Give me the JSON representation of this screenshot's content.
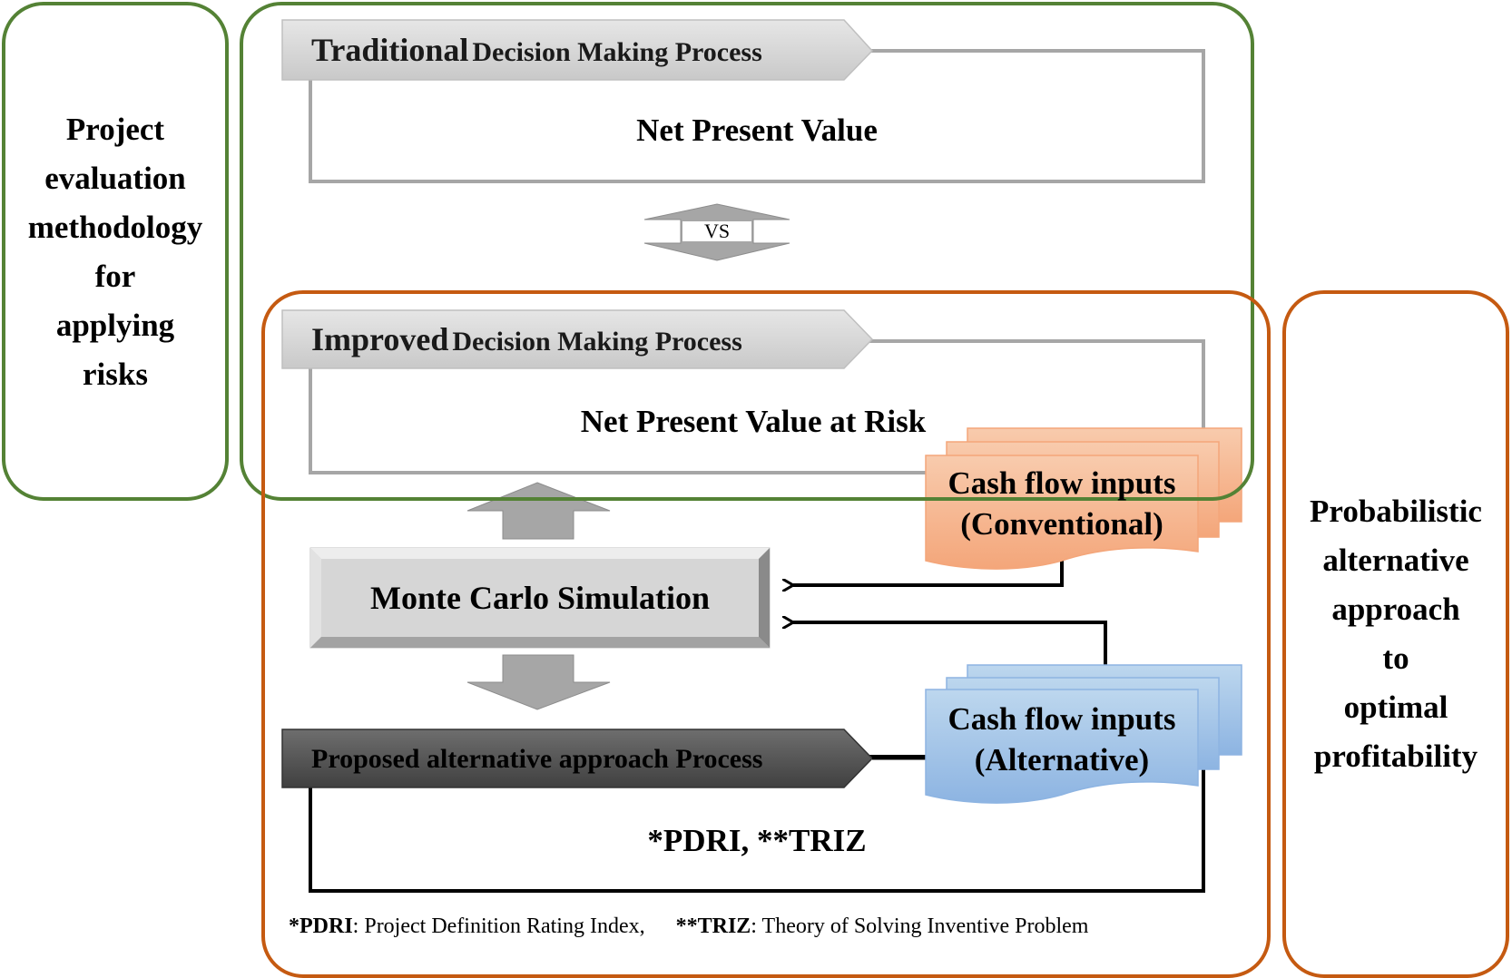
{
  "left_panel": {
    "lines": [
      "Project",
      "evaluation",
      "methodology",
      "for",
      "applying",
      "risks"
    ]
  },
  "right_panel": {
    "lines": [
      "Probabilistic",
      "alternative",
      "approach",
      "to",
      "optimal",
      "profitability"
    ]
  },
  "traditional": {
    "banner_main": "Traditional",
    "banner_rest": "Decision Making Process",
    "content": "Net Present Value"
  },
  "vs_label": "VS",
  "improved": {
    "banner_main": "Improved",
    "banner_rest": "Decision Making Process",
    "content": "Net Present Value at Risk"
  },
  "monte_carlo": "Monte Carlo Simulation",
  "cash_conventional": {
    "line1": "Cash flow inputs",
    "line2": "(Conventional)"
  },
  "cash_alternative": {
    "line1": "Cash flow inputs",
    "line2": "(Alternative)"
  },
  "proposed": {
    "banner": "Proposed alternative approach Process",
    "content": "*PDRI, **TRIZ"
  },
  "footnote": {
    "pdri_key": "*PDRI",
    "pdri_text": ": Project Definition Rating Index,",
    "triz_key": "**TRIZ",
    "triz_text": ": Theory of Solving Inventive Problem"
  },
  "colors": {
    "green_border": "#548235",
    "orange_border": "#C55A11",
    "conventional_fill": "#F4B183",
    "alternative_fill": "#9DC3E6",
    "grey_arrow": "#A6A6A6",
    "dark_banner": "#595959"
  }
}
